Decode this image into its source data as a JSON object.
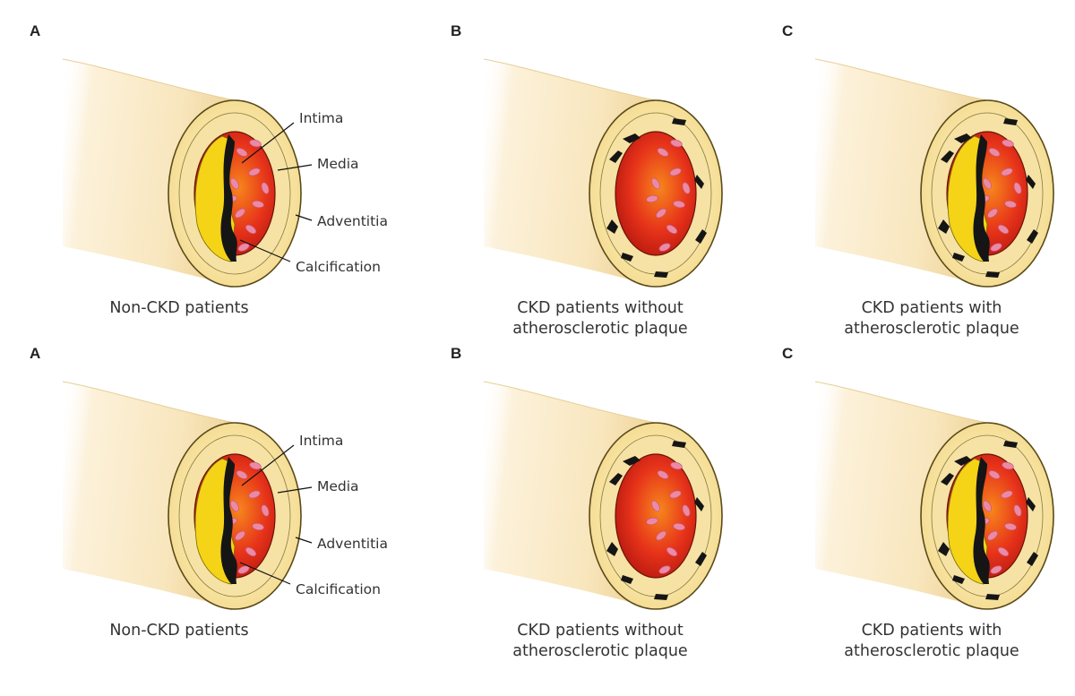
{
  "colors": {
    "vessel_light": "#fcf1da",
    "vessel_dark": "#f0d49a",
    "adventitia": "#f3d98c",
    "lumen_red": "#e6321a",
    "lumen_core": "#f7861c",
    "plaque_yellow": "#f5d317",
    "calcification": "#151515",
    "blood_cell": "#ec8aa6"
  },
  "rows": [
    {
      "panels": [
        {
          "letter": "A",
          "caption": [
            "Non-CKD patients"
          ],
          "labels": {
            "intima": "Intima",
            "media": "Media",
            "adventitia": "Adventitia",
            "calcification": "Calcification"
          }
        },
        {
          "letter": "B",
          "caption": [
            "CKD patients without",
            "atherosclerotic plaque"
          ]
        },
        {
          "letter": "C",
          "caption": [
            "CKD patients with",
            "atherosclerotic plaque"
          ]
        }
      ]
    },
    {
      "panels": [
        {
          "letter": "A",
          "caption": [
            "Non-CKD patients"
          ],
          "labels": {
            "intima": "Intima",
            "media": "Media",
            "adventitia": "Adventitia",
            "calcification": "Calcification"
          }
        },
        {
          "letter": "B",
          "caption": [
            "CKD patients without",
            "atherosclerotic plaque"
          ]
        },
        {
          "letter": "C",
          "caption": [
            "CKD patients with",
            "atherosclerotic plaque"
          ]
        }
      ]
    }
  ]
}
